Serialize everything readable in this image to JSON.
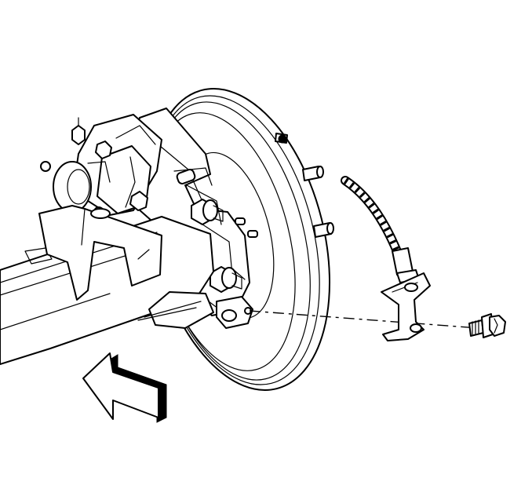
{
  "figure": {
    "palette": {
      "line": "#000000",
      "paper": "#ffffff"
    },
    "parts": [
      "brake-rotor",
      "caliper",
      "caliper-bracket",
      "axle-housing",
      "brake-hose",
      "hose-bracket",
      "bracket-bolt",
      "front-arrow"
    ],
    "callouts": {
      "leader": "dashed",
      "direction_arrow": "hollow-3d"
    }
  }
}
